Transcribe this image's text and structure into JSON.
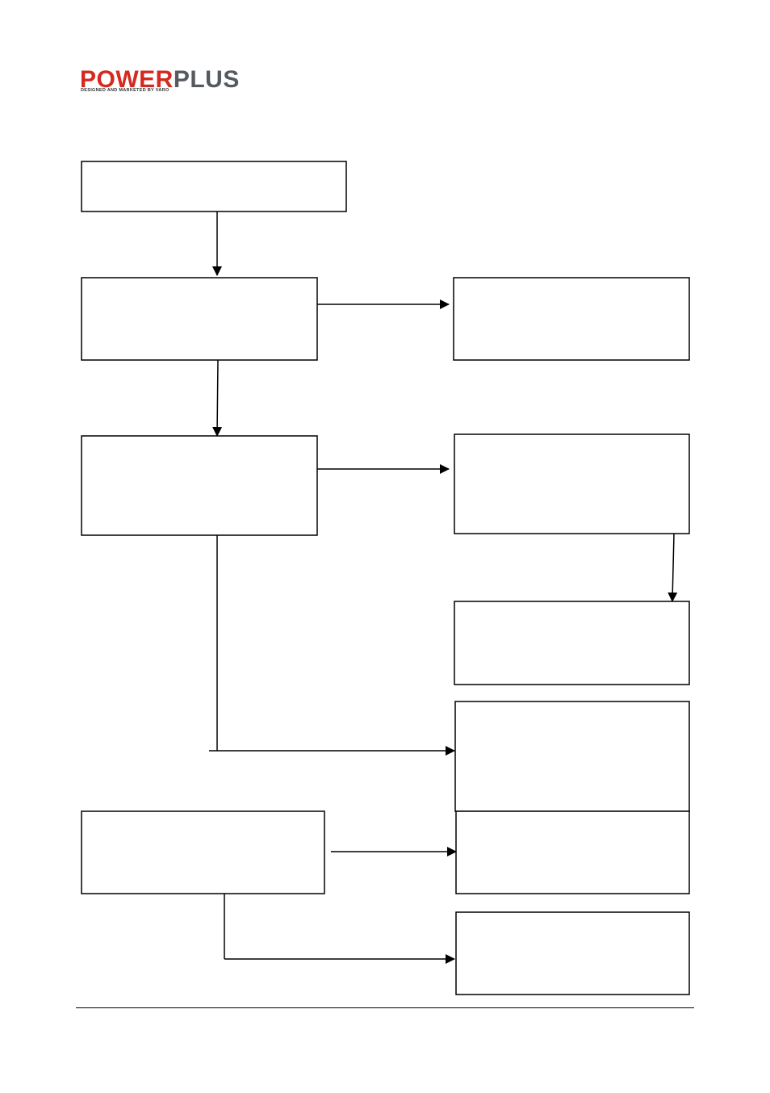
{
  "logo": {
    "part1": "POWER",
    "part2": "PLUS",
    "tagline": "DESIGNED AND MARKETED BY VARO",
    "brand_red": "#d42a1f",
    "brand_gray": "#555a5f"
  },
  "diagram": {
    "stroke_color": "#000000",
    "boxes": [
      {
        "id": "box-1"
      },
      {
        "id": "box-2"
      },
      {
        "id": "box-3"
      },
      {
        "id": "box-4"
      },
      {
        "id": "box-5"
      },
      {
        "id": "box-6"
      },
      {
        "id": "box-7"
      },
      {
        "id": "box-8"
      },
      {
        "id": "box-9"
      },
      {
        "id": "box-10"
      }
    ]
  }
}
